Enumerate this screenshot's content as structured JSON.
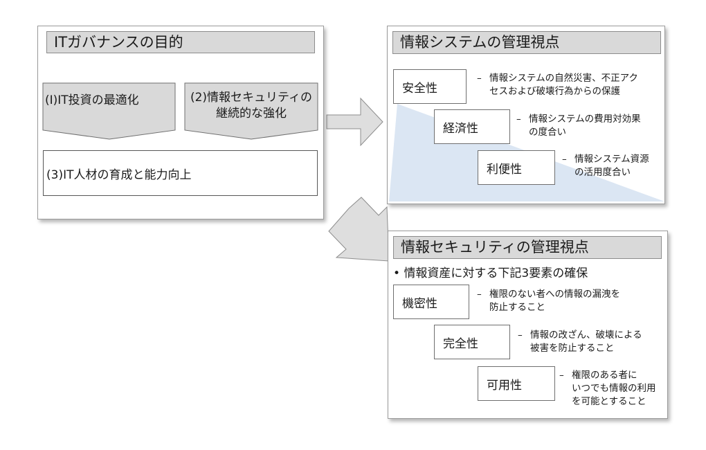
{
  "colors": {
    "title_bar": "#d9d9d9",
    "wedge": "#dbe6f3",
    "arrow_fill": "#dedede",
    "arrow_stroke": "#8c8c8c"
  },
  "left_panel": {
    "title": "ITガバナンスの目的",
    "goal1": "(Ⅰ)IT投資の最適化",
    "goal2": "(2)情報セキュリティの\n継続的な強化",
    "goal3": "(3)IT人材の育成と能力向上"
  },
  "system_panel": {
    "title": "情報システムの管理視点",
    "items": [
      {
        "label": "安全性",
        "desc": "情報システムの自然災害、不正アク\nセスおよび破壊行為からの保護"
      },
      {
        "label": "経済性",
        "desc": "情報システムの費用対効果\nの度合い"
      },
      {
        "label": "利便性",
        "desc": "情報システム資源\nの活用度合い"
      }
    ]
  },
  "security_panel": {
    "title": "情報セキュリティの管理視点",
    "bullet": "情報資産に対する下記3要素の確保",
    "items": [
      {
        "label": "機密性",
        "desc": "権限のない者への情報の漏洩を\n防止すること"
      },
      {
        "label": "完全性",
        "desc": "情報の改ざん、破壊による\n被害を防止すること"
      },
      {
        "label": "可用性",
        "desc": "権限のある者に\nいつでも情報の利用\nを可能とすること"
      }
    ]
  }
}
